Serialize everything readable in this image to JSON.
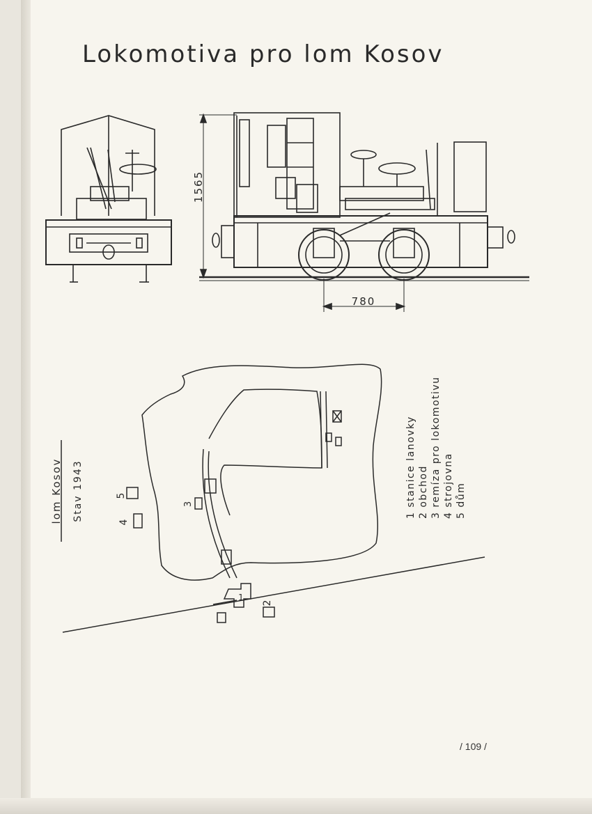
{
  "title": "Lokomotiva pro lom Kosov",
  "drawing": {
    "height_dimension": "1565",
    "wheelbase_dimension": "780"
  },
  "map": {
    "caption_title": "lom Kosov",
    "caption_subtitle": "Stav 1943",
    "markers": [
      "1",
      "2",
      "3",
      "4",
      "5"
    ],
    "legend": [
      "1 stanice lanovky",
      "2 obchod",
      "3 remíza pro lokomotivu",
      "4 strojovna",
      "5 dům"
    ]
  },
  "page_number": "/ 109 /"
}
